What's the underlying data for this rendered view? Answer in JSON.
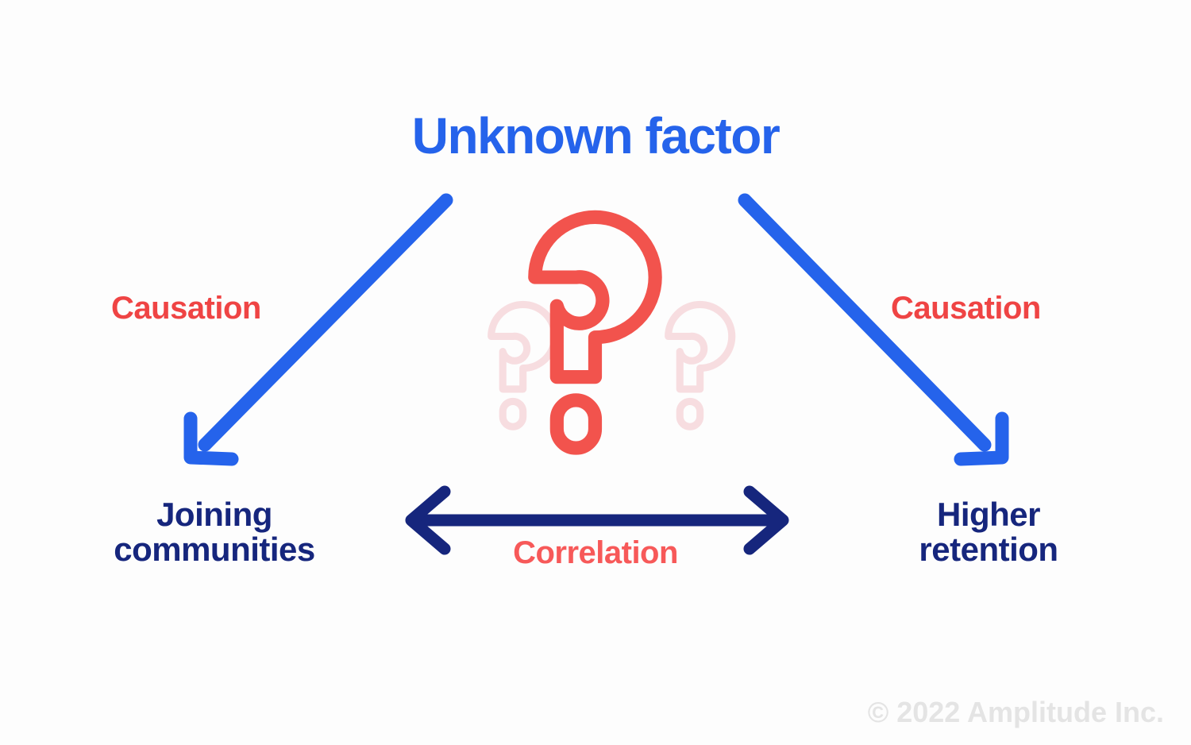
{
  "diagram": {
    "title": "Unknown factor",
    "nodes": {
      "top": "Unknown factor",
      "bottom_left": "Joining\ncommunities",
      "bottom_right": "Higher\nretention"
    },
    "edges": {
      "left_arrow_label": "Causation",
      "right_arrow_label": "Causation",
      "bottom_arrow_label": "Correlation"
    },
    "center_icon": "question-mark-icon",
    "footer": "© 2022 Amplitude Inc.",
    "colors": {
      "title_blue": "#2563eb",
      "arrow_blue": "#2563eb",
      "node_navy": "#16267d",
      "correlation_arrow_navy": "#16267d",
      "label_red": "#ef4444",
      "question_mark_red": "#f2534d",
      "question_mark_faded": "#f7dde0",
      "footer_gray": "#e4e4e4",
      "background": "#fdfdfd"
    }
  }
}
